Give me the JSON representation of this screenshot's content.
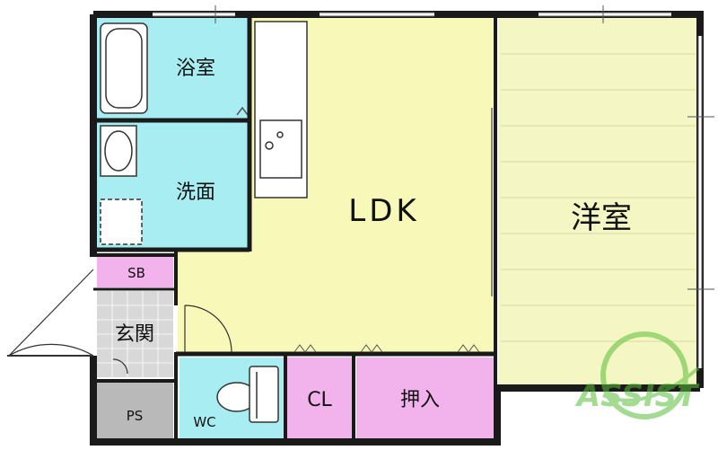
{
  "floor_plan": {
    "rooms": {
      "bath": "浴室",
      "washroom": "洗面",
      "ldk": "LDK",
      "western_room": "洋室",
      "sb": "SB",
      "entrance": "玄関",
      "ps": "PS",
      "wc": "WC",
      "closet": "CL",
      "oshiire": "押入"
    }
  },
  "watermark": {
    "text": "ASSIST"
  },
  "colors": {
    "wall": "#1a1a1a",
    "bath_fill": "#a8edf1",
    "ldk_fill": "#f8f9b8",
    "western_fill": "#f4f6c4",
    "storage_fill": "#f2b2ec",
    "entrance_fill": "#d8d8d8",
    "ps_fill": "#b9b9b9",
    "watermark": "#5bbf3a"
  }
}
